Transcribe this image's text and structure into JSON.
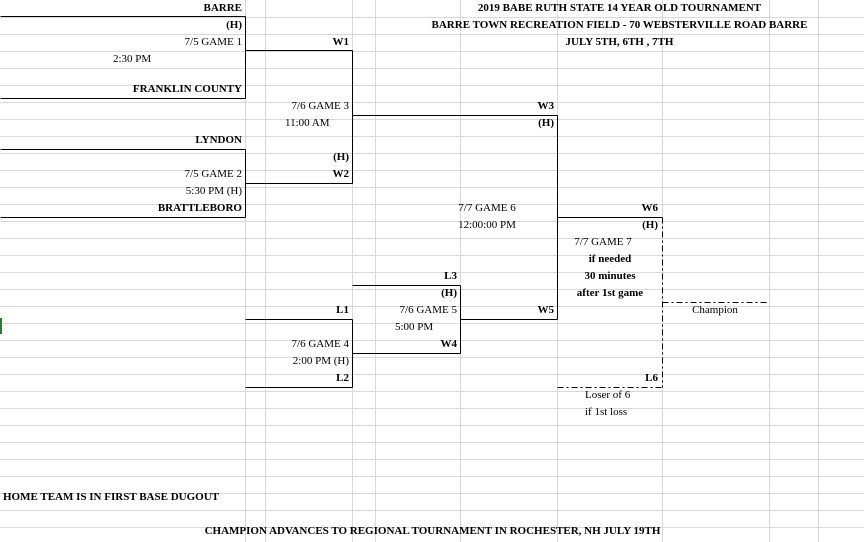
{
  "title": {
    "line1": "2019 BABE RUTH STATE 14 YEAR OLD TOURNAMENT",
    "line2": "BARRE TOWN RECREATION FIELD - 70 WEBSTERVILLE ROAD BARRE",
    "line3": "JULY 5TH, 6TH , 7TH"
  },
  "game1": {
    "team_top": "BARRE",
    "home_mark": "(H)",
    "label": "7/5  GAME 1",
    "time": "2:30 PM",
    "team_bottom": "FRANKLIN COUNTY",
    "winner": "W1"
  },
  "game2": {
    "team_top": "LYNDON",
    "home_mark": "(H)",
    "label": "7/5 GAME 2",
    "time": "5:30 PM  (H)",
    "team_bottom": "BRATTLEBORO",
    "winner": "W2"
  },
  "game3": {
    "label": "7/6 GAME 3",
    "time": "11:00 AM",
    "winner": "W3",
    "home_mark": "(H)"
  },
  "game4": {
    "loser_top": "L1",
    "label": "7/6  GAME 4",
    "time": "2:00 PM  (H)",
    "loser_bottom": "L2",
    "winner": "W4"
  },
  "game5": {
    "loser_top": "L3",
    "home_mark": "(H)",
    "label": "7/6 GAME 5",
    "time": "5:00 PM",
    "winner": "W5"
  },
  "game6": {
    "label": "7/7  GAME 6",
    "time": "12:00:00 PM",
    "winner": "W6",
    "home_mark": "(H)"
  },
  "game7": {
    "label": "7/7 GAME 7",
    "line2": "if needed",
    "line3": "30 minutes",
    "line4": "after 1st game",
    "loser": "L6",
    "note1": "Loser of 6",
    "note2": "if 1st loss"
  },
  "champion": "Champion",
  "footer": {
    "home_team_note": "HOME TEAM IS IN FIRST BASE DUGOUT",
    "advance_note": "CHAMPION ADVANCES TO REGIONAL TOURNAMENT IN ROCHESTER, NH JULY 19TH"
  },
  "colors": {
    "gridline": "#d9d9d9",
    "line": "#000000",
    "selection_marker": "#2e7d32"
  }
}
